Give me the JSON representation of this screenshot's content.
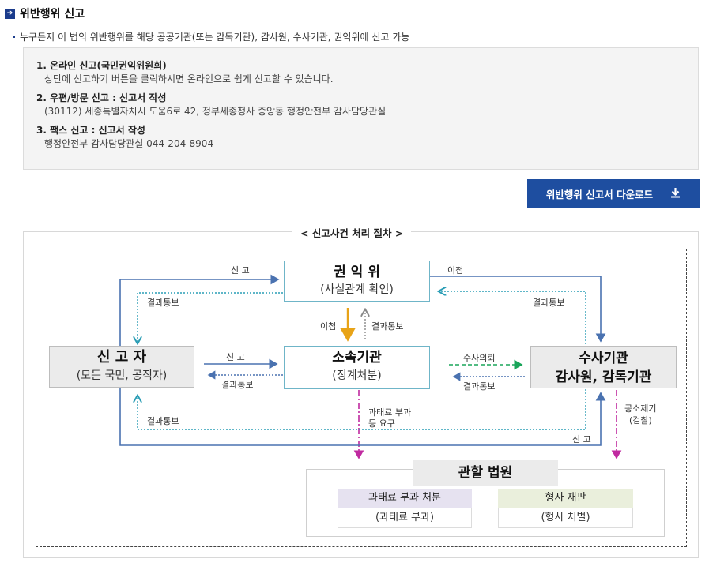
{
  "section": {
    "title": "위반행위 신고",
    "note": "누구든지 이 법의 위반행위를 해당 공공기관(또는 감독기관), 감사원, 수사기관, 권익위에 신고 가능"
  },
  "methods": [
    {
      "title": "1. 온라인 신고(국민권익위원회)",
      "desc": "상단에 신고하기 버튼을 클릭하시면 온라인으로 쉽게 신고할 수 있습니다."
    },
    {
      "title": "2. 우편/방문 신고 : 신고서 작성",
      "desc": "(30112) 세종특별자치시 도움6로 42, 정부세종청사 중앙동 행정안전부 감사담당관실"
    },
    {
      "title": "3. 팩스 신고 : 신고서 작성",
      "desc": "행정안전부 감사담당관실 044-204-8904"
    }
  ],
  "download": {
    "label": "위반행위 신고서 다운로드",
    "icon": "download-icon"
  },
  "process": {
    "title": "< 신고사건 처리 절차 >",
    "nodes": {
      "acrc": {
        "title": "권 익 위",
        "sub": "(사실관계 확인)"
      },
      "reporter": {
        "title": "신 고 자",
        "sub": "(모든 국민, 공직자)"
      },
      "agency": {
        "title": "소속기관",
        "sub": "(징계처분)"
      },
      "investigation": {
        "title": "수사기관",
        "title2": "감사원, 감독기관"
      },
      "court": {
        "title": "관할 법원"
      },
      "fine": {
        "title": "과태료 부과 처분",
        "sub": "(과태료 부과)"
      },
      "criminal": {
        "title": "형사 재판",
        "sub": "(형사 처벌)"
      }
    },
    "labels": {
      "report_top": "신 고",
      "transfer_top": "이첩",
      "result_left_top": "결과통보",
      "result_right_top": "결과통보",
      "transfer_down": "이첩",
      "result_up": "결과통보",
      "report_mid": "신 고",
      "result_mid": "결과통보",
      "investigate_req": "수사의뢰",
      "result_right_mid": "결과통보",
      "fine_request_1": "과태료 부과",
      "fine_request_2": "등 요구",
      "result_bottom": "결과통보",
      "report_bottom": "신 고",
      "indict_1": "공소제기",
      "indict_2": "(검찰)"
    },
    "colors": {
      "blue": "#4a72b0",
      "teal": "#2a9db5",
      "green": "#1aa55a",
      "orange": "#e8a317",
      "magenta": "#c02aa0",
      "node_border": "#6fb5c8",
      "fine_bg": "#e6e2f0",
      "criminal_bg": "#eaefdc",
      "gray_node_bg": "#ebebeb"
    }
  }
}
